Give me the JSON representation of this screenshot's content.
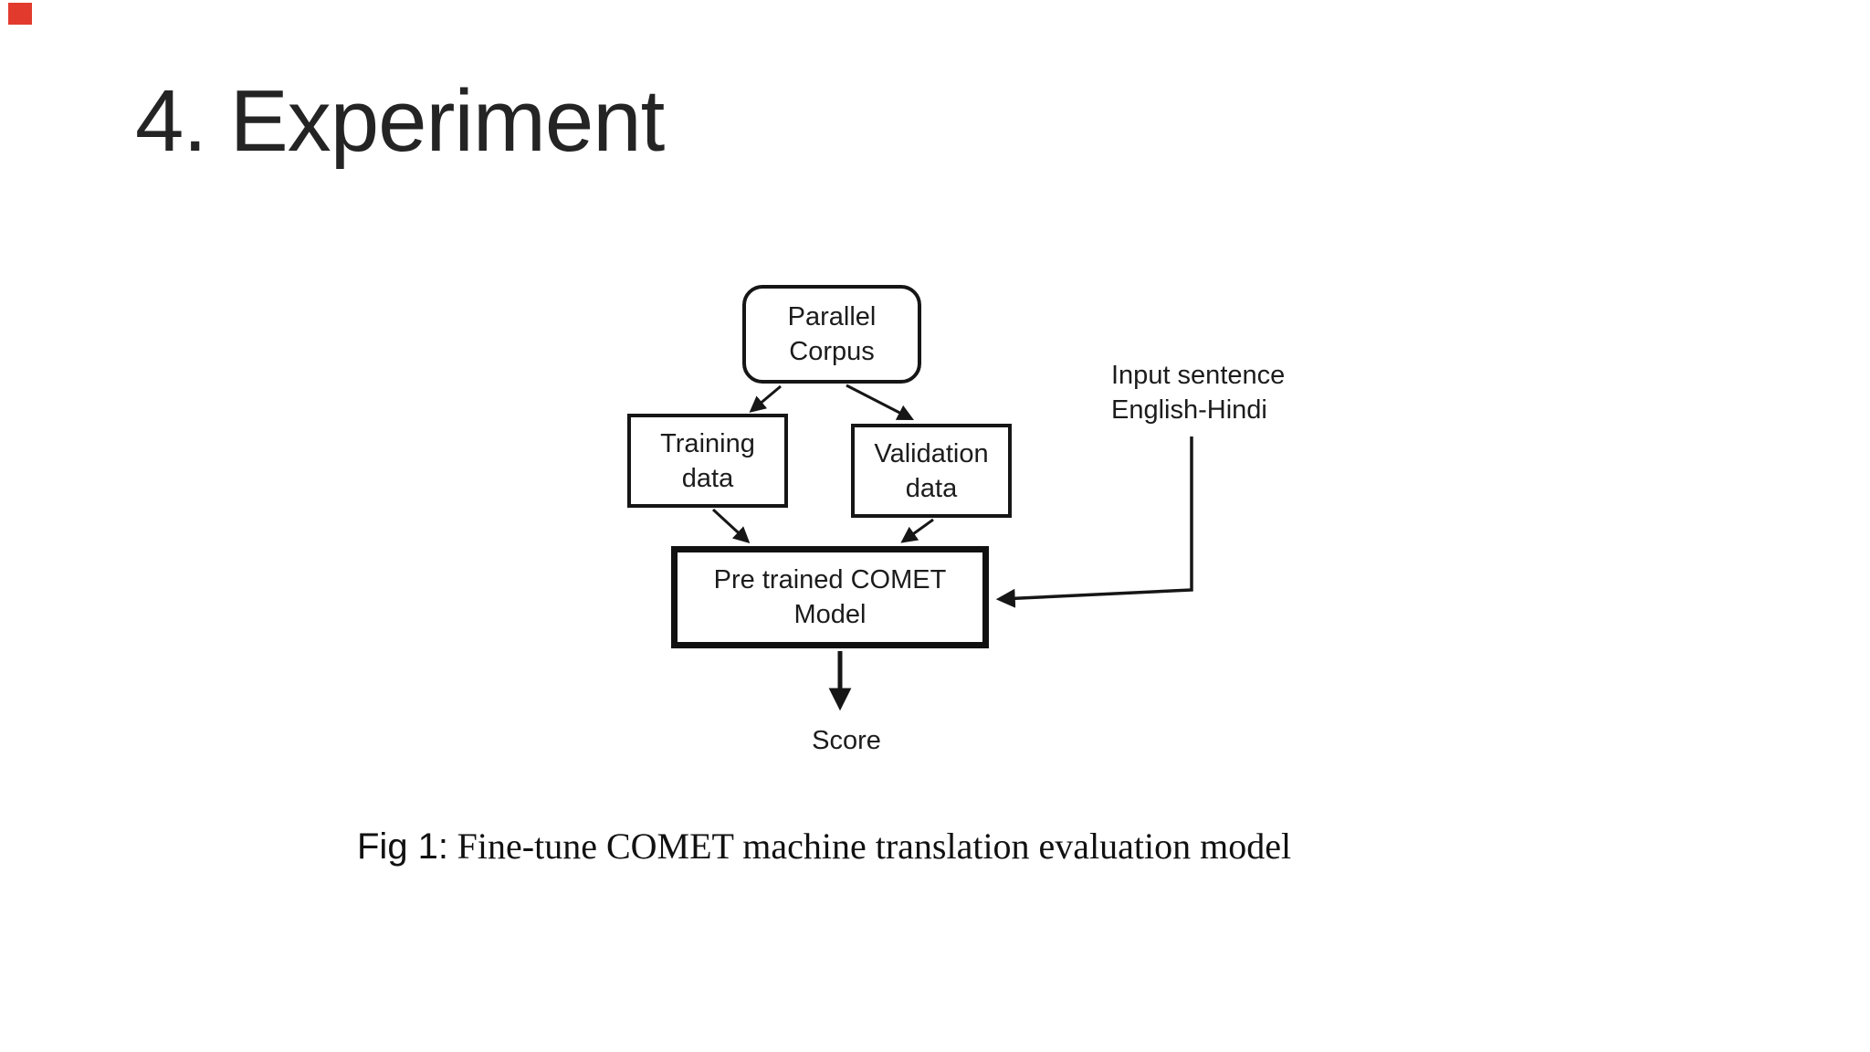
{
  "slide": {
    "title": "4. Experiment",
    "caption": {
      "prefix": "Fig 1:",
      "text": "Fine-tune COMET machine translation evaluation model"
    }
  },
  "diagram": {
    "parallel_corpus": {
      "line1": "Parallel",
      "line2": "Corpus"
    },
    "training_data": {
      "line1": "Training",
      "line2": "data"
    },
    "validation_data": {
      "line1": "Validation",
      "line2": "data"
    },
    "comet_model": {
      "line1": "Pre trained COMET",
      "line2": "Model"
    },
    "input_sentence": {
      "line1": "Input sentence",
      "line2": "English-Hindi"
    },
    "score_label": "Score"
  },
  "colors": {
    "background": "#ffffff",
    "text": "#1c1c1c",
    "line": "#161616",
    "marker_red": "#e23b2e"
  }
}
